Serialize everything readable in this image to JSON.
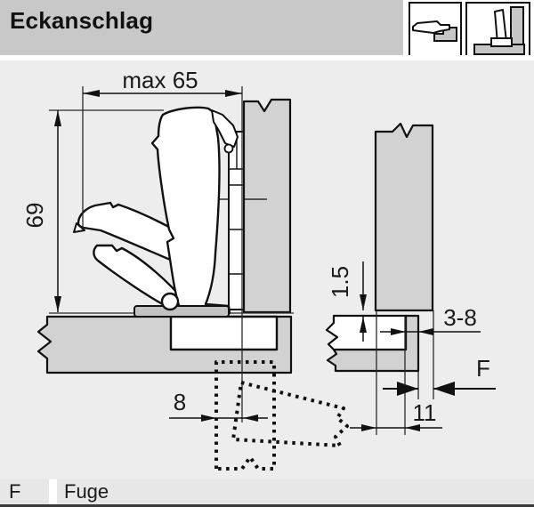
{
  "header": {
    "title": "Eckanschlag"
  },
  "icons": [
    {
      "name": "hinge-open-side-view-icon"
    },
    {
      "name": "hinge-corner-application-icon"
    }
  ],
  "drawing": {
    "dims": {
      "max_width": "max 65",
      "height": "69",
      "cup_distance": "8",
      "gap": "1.5",
      "overlay_range": "3-8",
      "fuge": "F",
      "plate_distance": "11"
    }
  },
  "legend": {
    "key": "F",
    "value": "Fuge"
  },
  "colors": {
    "header_bg": "#c8c8c8",
    "canvas_bg": "#ededed",
    "panel_fill": "#d2d2d2",
    "line": "#111111"
  }
}
